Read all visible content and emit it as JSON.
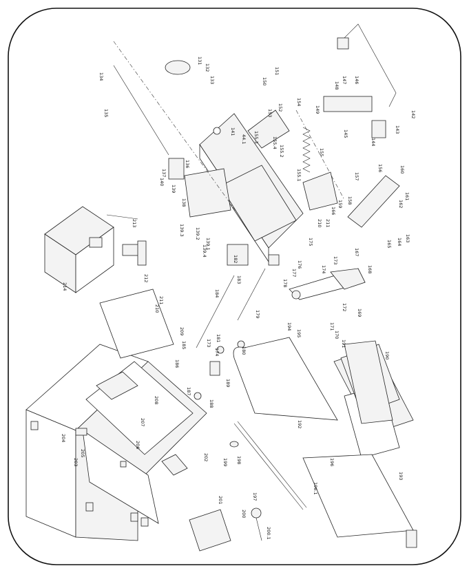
{
  "callouts": [
    {
      "id": "134",
      "text": "134"
    },
    {
      "id": "135",
      "text": "135"
    },
    {
      "id": "131",
      "text": "131"
    },
    {
      "id": "132",
      "text": "132"
    },
    {
      "id": "133",
      "text": "133"
    },
    {
      "id": "136",
      "text": "136"
    },
    {
      "id": "137",
      "text": "137"
    },
    {
      "id": "138",
      "text": "138"
    },
    {
      "id": "139",
      "text": "139"
    },
    {
      "id": "140",
      "text": "140"
    },
    {
      "id": "139_1",
      "text": "139.1"
    },
    {
      "id": "139_2",
      "text": "139.2"
    },
    {
      "id": "139_3",
      "text": "139.3"
    },
    {
      "id": "139_4",
      "text": "139.4"
    },
    {
      "id": "141",
      "text": "141"
    },
    {
      "id": "142",
      "text": "142"
    },
    {
      "id": "143",
      "text": "143"
    },
    {
      "id": "144",
      "text": "144"
    },
    {
      "id": "145",
      "text": "145"
    },
    {
      "id": "146",
      "text": "146"
    },
    {
      "id": "147",
      "text": "147"
    },
    {
      "id": "148",
      "text": "148"
    },
    {
      "id": "149",
      "text": "149"
    },
    {
      "id": "150",
      "text": "150"
    },
    {
      "id": "151",
      "text": "151"
    },
    {
      "id": "152",
      "text": "152"
    },
    {
      "id": "153",
      "text": "153"
    },
    {
      "id": "154",
      "text": "154"
    },
    {
      "id": "155",
      "text": "155"
    },
    {
      "id": "155_1",
      "text": "155.1"
    },
    {
      "id": "155_2",
      "text": "155.2"
    },
    {
      "id": "155_3",
      "text": "155.3"
    },
    {
      "id": "155_4",
      "text": "155.4"
    },
    {
      "id": "156",
      "text": "156"
    },
    {
      "id": "157",
      "text": "157"
    },
    {
      "id": "158",
      "text": "158"
    },
    {
      "id": "159",
      "text": "159"
    },
    {
      "id": "160",
      "text": "160"
    },
    {
      "id": "161",
      "text": "161"
    },
    {
      "id": "162",
      "text": "162"
    },
    {
      "id": "163",
      "text": "163"
    },
    {
      "id": "164",
      "text": "164"
    },
    {
      "id": "165",
      "text": "165"
    },
    {
      "id": "166",
      "text": "166"
    },
    {
      "id": "167",
      "text": "167"
    },
    {
      "id": "168",
      "text": "168"
    },
    {
      "id": "169",
      "text": "169"
    },
    {
      "id": "170",
      "text": "170"
    },
    {
      "id": "171",
      "text": "171"
    },
    {
      "id": "172",
      "text": "172"
    },
    {
      "id": "173a",
      "text": "173"
    },
    {
      "id": "174a",
      "text": "174"
    },
    {
      "id": "175",
      "text": "175"
    },
    {
      "id": "176",
      "text": "176"
    },
    {
      "id": "177",
      "text": "177"
    },
    {
      "id": "178",
      "text": "178"
    },
    {
      "id": "179",
      "text": "179"
    },
    {
      "id": "180",
      "text": "180"
    },
    {
      "id": "181",
      "text": "181"
    },
    {
      "id": "182",
      "text": "182"
    },
    {
      "id": "183",
      "text": "183"
    },
    {
      "id": "184",
      "text": "184"
    },
    {
      "id": "185",
      "text": "185"
    },
    {
      "id": "186",
      "text": "186"
    },
    {
      "id": "187",
      "text": "187"
    },
    {
      "id": "188",
      "text": "188"
    },
    {
      "id": "189",
      "text": "189"
    },
    {
      "id": "173b",
      "text": "173"
    },
    {
      "id": "174b",
      "text": "174"
    },
    {
      "id": "190",
      "text": "190"
    },
    {
      "id": "191",
      "text": "191"
    },
    {
      "id": "192",
      "text": "192"
    },
    {
      "id": "193",
      "text": "193"
    },
    {
      "id": "194",
      "text": "194"
    },
    {
      "id": "195",
      "text": "195"
    },
    {
      "id": "196",
      "text": "196"
    },
    {
      "id": "196_1",
      "text": "196.1"
    },
    {
      "id": "197",
      "text": "197"
    },
    {
      "id": "198",
      "text": "198"
    },
    {
      "id": "199",
      "text": "199"
    },
    {
      "id": "200",
      "text": "200"
    },
    {
      "id": "200_1",
      "text": "200.1"
    },
    {
      "id": "201",
      "text": "201"
    },
    {
      "id": "202",
      "text": "202"
    },
    {
      "id": "203",
      "text": "203"
    },
    {
      "id": "204",
      "text": "204"
    },
    {
      "id": "205",
      "text": "205"
    },
    {
      "id": "206",
      "text": "206"
    },
    {
      "id": "207",
      "text": "207"
    },
    {
      "id": "208",
      "text": "208"
    },
    {
      "id": "209",
      "text": "209"
    },
    {
      "id": "210",
      "text": "210"
    },
    {
      "id": "211a",
      "text": "211"
    },
    {
      "id": "211b",
      "text": "211"
    },
    {
      "id": "212",
      "text": "212"
    },
    {
      "id": "213",
      "text": "213"
    },
    {
      "id": "214",
      "text": "214"
    },
    {
      "id": "210b",
      "text": "210"
    },
    {
      "id": "44_1",
      "text": "44.1"
    }
  ]
}
